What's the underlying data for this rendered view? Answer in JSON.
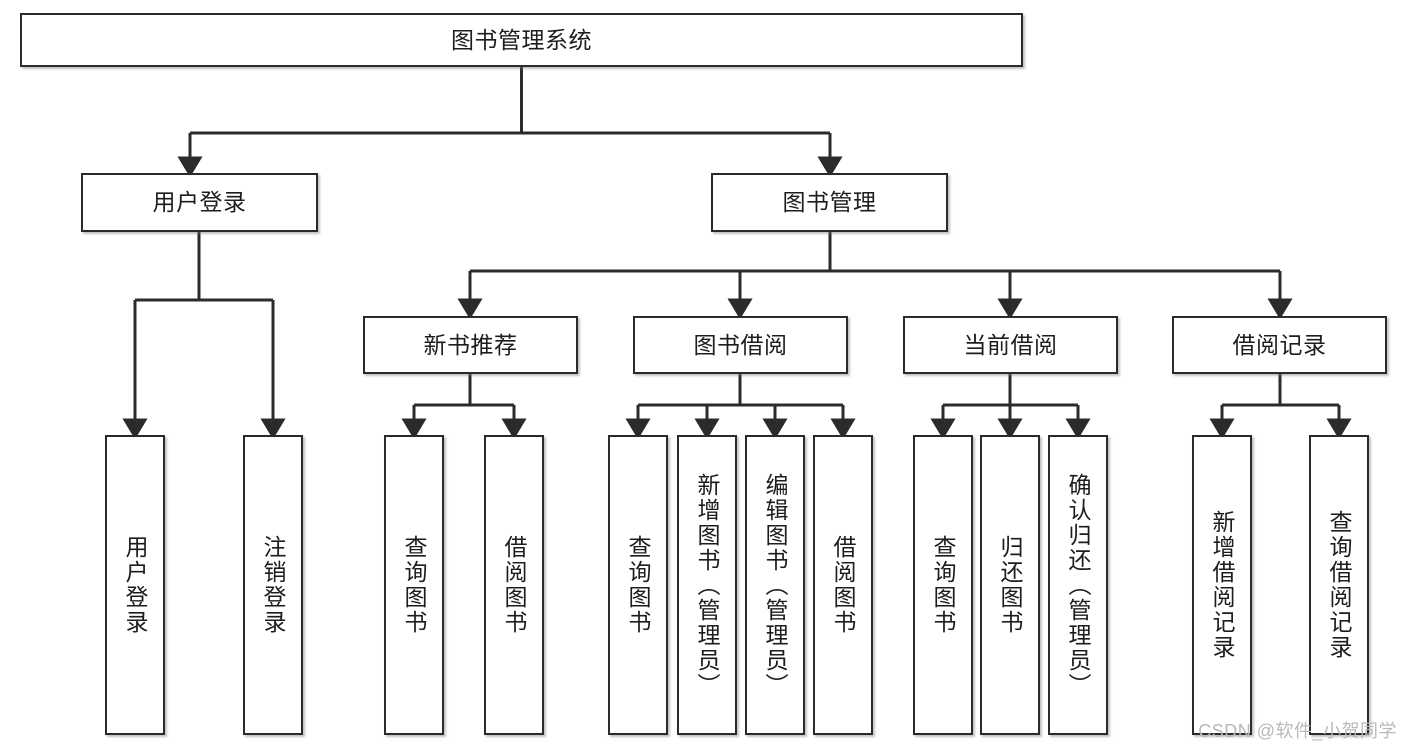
{
  "diagram": {
    "title": "图书管理系统",
    "type": "tree-hierarchy",
    "colors": {
      "box_border": "#2b2b2b",
      "box_fill": "#ffffff",
      "connector": "#2b2b2b",
      "background": "#ffffff",
      "watermark": "#b9b9b9"
    },
    "root": {
      "label": "图书管理系统"
    },
    "level1": [
      {
        "label": "用户登录"
      },
      {
        "label": "图书管理"
      }
    ],
    "level2": [
      {
        "label": "新书推荐"
      },
      {
        "label": "图书借阅"
      },
      {
        "label": "当前借阅"
      },
      {
        "label": "借阅记录"
      }
    ],
    "leaves": {
      "user_login": [
        {
          "label": "用户登录"
        },
        {
          "label": "注销登录"
        }
      ],
      "new_book_recommend": [
        {
          "label": "查询图书"
        },
        {
          "label": "借阅图书"
        }
      ],
      "book_borrow": [
        {
          "label": "查询图书"
        },
        {
          "label": "新增图书（管理员）"
        },
        {
          "label": "编辑图书（管理员）"
        },
        {
          "label": "借阅图书"
        }
      ],
      "current_borrow": [
        {
          "label": "查询图书"
        },
        {
          "label": "归还图书"
        },
        {
          "label": "确认归还（管理员）"
        }
      ],
      "borrow_record": [
        {
          "label": "新增借阅记录"
        },
        {
          "label": "查询借阅记录"
        }
      ]
    }
  },
  "watermark": {
    "text": "CSDN @软件_小贺同学"
  }
}
